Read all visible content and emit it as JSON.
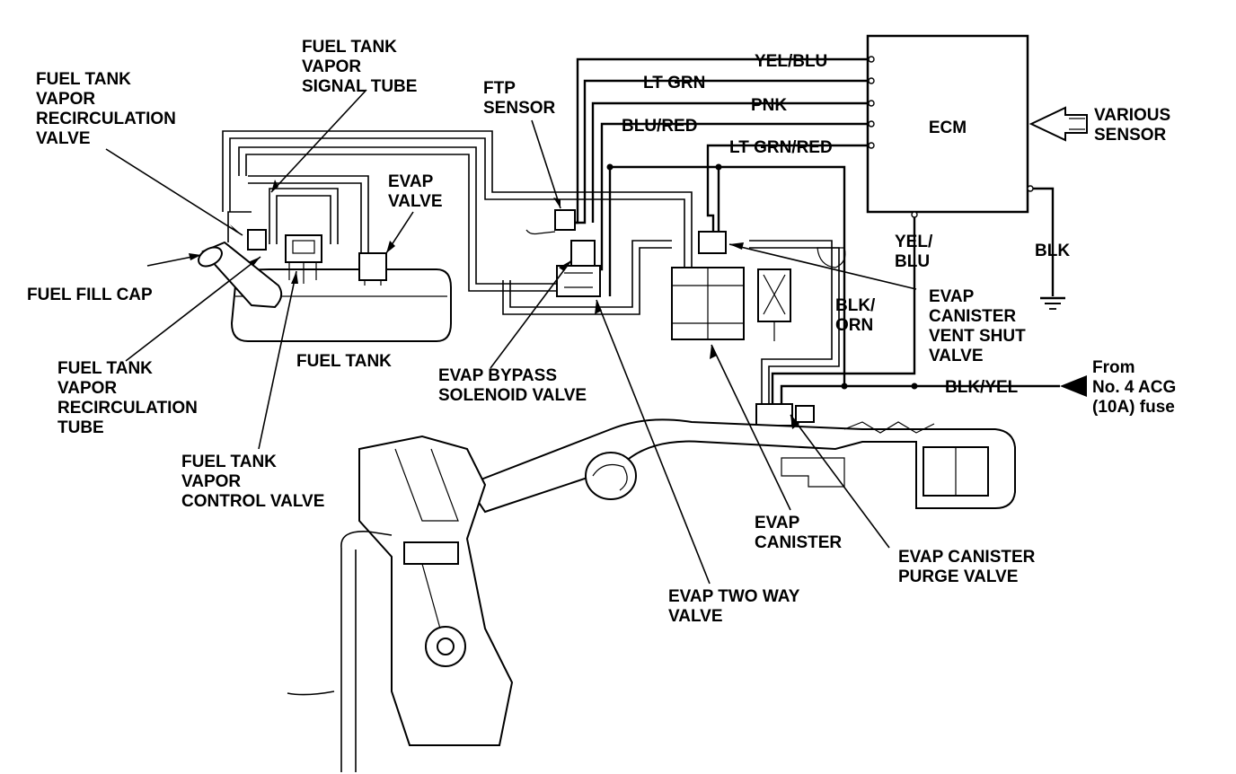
{
  "diagram": {
    "ecm_label": "ECM",
    "various_sensor_line1": "VARIOUS",
    "various_sensor_line2": "SENSOR",
    "wires": {
      "yel_blu_top": "YEL/BLU",
      "lt_grn": "LT GRN",
      "pnk": "PNK",
      "blu_red": "BLU/RED",
      "lt_grn_red": "LT GRN/RED",
      "yel_blu_side_1": "YEL/",
      "yel_blu_side_2": "BLU",
      "blk": "BLK",
      "blk_orn_1": "BLK/",
      "blk_orn_2": "ORN",
      "blk_yel": "BLK/YEL"
    },
    "from_fuse": {
      "line1": "From",
      "line2": "No. 4 ACG",
      "line3": "(10A) fuse"
    },
    "labels": {
      "recirc_valve": [
        "FUEL TANK",
        "VAPOR",
        "RECIRCULATION",
        "VALVE"
      ],
      "signal_tube": [
        "FUEL TANK",
        "VAPOR",
        "SIGNAL TUBE"
      ],
      "evap_valve": [
        "EVAP",
        "VALVE"
      ],
      "ftp_sensor": [
        "FTP",
        "SENSOR"
      ],
      "fuel_fill_cap": [
        "FUEL FILL CAP"
      ],
      "recirc_tube": [
        "FUEL TANK",
        "VAPOR",
        "RECIRCULATION",
        "TUBE"
      ],
      "fuel_tank": [
        "FUEL TANK"
      ],
      "control_valve": [
        "FUEL TANK",
        "VAPOR",
        "CONTROL VALVE"
      ],
      "bypass_solenoid": [
        "EVAP BYPASS",
        "SOLENOID VALVE"
      ],
      "vent_shut": [
        "EVAP",
        "CANISTER",
        "VENT SHUT",
        "VALVE"
      ],
      "two_way": [
        "EVAP TWO WAY",
        "VALVE"
      ],
      "canister": [
        "EVAP",
        "CANISTER"
      ],
      "purge_valve": [
        "EVAP CANISTER",
        "PURGE VALVE"
      ]
    }
  }
}
